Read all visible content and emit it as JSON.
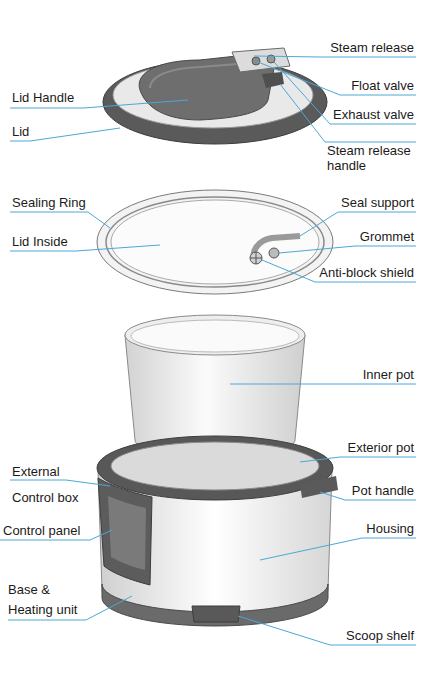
{
  "diagram": {
    "labels": [
      "Steam release",
      "Lid Handle",
      "Float valve",
      "Exhaust valve",
      "Lid",
      "Steam release handle",
      "Sealing Ring",
      "Seal support",
      "Lid Inside",
      "Grommet",
      "Anti-block shield",
      "Inner pot",
      "Exterior pot",
      "External Control box",
      "Pot handle",
      "Housing",
      "Control panel",
      "Base & Heating unit",
      "Scoop shelf"
    ]
  }
}
